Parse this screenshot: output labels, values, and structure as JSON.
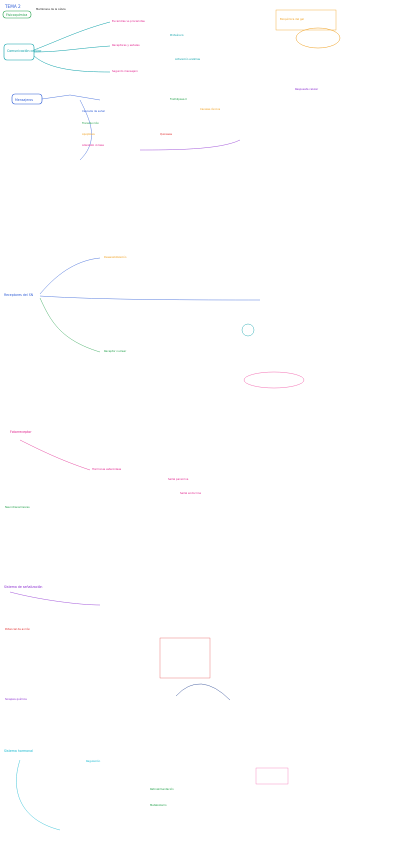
{
  "colors": {
    "teal": "#0aa0a8",
    "blue": "#2c5bd6",
    "green": "#22a04a",
    "orange": "#f0a020",
    "magenta": "#e0208c",
    "red": "#e02828",
    "purple": "#8a2bd0",
    "pink": "#f04aa0",
    "olive": "#6a8a10",
    "yellow": "#e8c020",
    "darkblue": "#1b3a8a",
    "cyan": "#14b8d0"
  },
  "header": {
    "tema": "TEMA 2",
    "fisicoquimica": "Fisicoquímica",
    "membrana": "Membrana de la célula",
    "sector_label": "Bioquímica del gel"
  },
  "sections": {
    "comunicacion": "Comunicación celular",
    "mensajeros": "Mensajeros",
    "receptores": "Receptores del SN",
    "fotoreceptor": "Fotorreceptor",
    "sistema_senal": "Sistema de señalización",
    "sistema_hormonal": "Sistema hormonal"
  },
  "nodes": {
    "n1": "Eucariotas vs procariotas",
    "n2": "Receptores y señales",
    "n3": "Segundo mensajero",
    "n4": "Proteína G",
    "n5": "Activación enzimas",
    "n6": "Cascada de señal",
    "n7": "Transducción",
    "n8": "Apoptosis",
    "n9": "Adenilato ciclasa",
    "n10": "Fosfolipasa C",
    "n11": "Canales iónicos",
    "n12": "Quinasas",
    "n13": "Respuesta celular",
    "n14": "Desensibilización",
    "n15": "Receptor nuclear",
    "n16": "Hormonas esteroideas",
    "n17": "Señal paracrina",
    "n18": "Señal endocrina",
    "n19": "Neurotransmisores",
    "n20": "Potencial de acción",
    "n21": "Sinapsis química",
    "n22": "Regulación",
    "n23": "Retroalimentación",
    "n24": "Metabolismo"
  }
}
